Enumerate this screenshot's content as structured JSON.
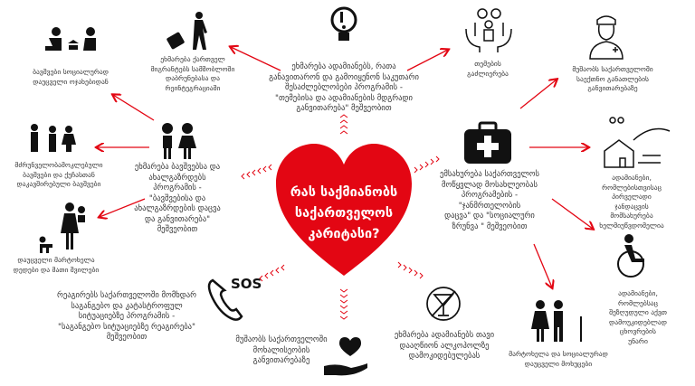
{
  "center": {
    "title": "რას საქმიანობს\nსაქართველოს\nკარიტასი?"
  },
  "colors": {
    "accent": "#e30613",
    "text": "#333333",
    "icon": "#111111"
  },
  "items": {
    "main_top": "ეხმარება ადამიანებს, რათა\nგანავითარონ და გამოიყენონ საკუთარი\nშესაძლებლობები პროგრამის -\n\"თემებისა და ადამიანების მდგრადი\nგანვითარება\" მეშვეობით",
    "migrants": "ეხმარება ქართველ\nმიგრანტებს სამშობლოში\nდაბრუნებასა და\nრეინტეგრაციაში",
    "families": "ბავშვები სოციალურად\nდაუცველი ოჯახებიდან",
    "communities": "თემების\nგაძლიერება",
    "nurse": "მუშაობს საქართველოში\nსაექთნო განათლების\nგანვითარებაზე",
    "main_children": "ეხმარება ბავშვებსა და\nახალგაზრდებს\nპროგრამის -\n\"ბავშვებისა და\nახალგაზრდების დაცვა\nდა განვითარება\"\nმეშვეობით",
    "street_children": "მძრუნველობამოკლებული\nბავშვები და ქუჩასთან\nდაკავშირებული ბავშვები",
    "single_mothers": "დაუცველი მარტოხელა\nდედები და მათი შვილები",
    "main_health": "ემსახურება საქართველოს\nმოწყვლად მოსახლეობას\nპროგრამების -\n\"ჯანმრთელობის\nდაცვა\" და \"სოციალური\nზრუნვა \" მეშვეობით",
    "rural": "ადამიანები, რომლებისთვისაც\nპირველადი ჯანდაცვის\nმომსახურება\nხელმიუწვდომელია",
    "disabled": "ადამიანები, რომლებსაც\nშეზღუდული აქვთ\nდამოუკიდებლად\nცხოვრების უნარი",
    "elderly": "მარტოხელა და სოციალურად\nდაუცველი მოხუცები",
    "alcohol": "ეხმარება ადამიანებს თავი\nდააღწიონ ალკოჰოლზე\nდამოკიდებულებას",
    "volunteer": "მუშაობს საქართველოში\nმოხალისეობის\nგანვითარებაზე",
    "emergency": "რეაგირებს საქართველოში მომხდარ\nსაგანგებო და კატასტროფულ\nსიტუაციებზე პროგრამის -\n\"საგანგებო სიტუაციებზე რეაგირება\"\nმეშვეობით",
    "sos_label": "SOS"
  }
}
